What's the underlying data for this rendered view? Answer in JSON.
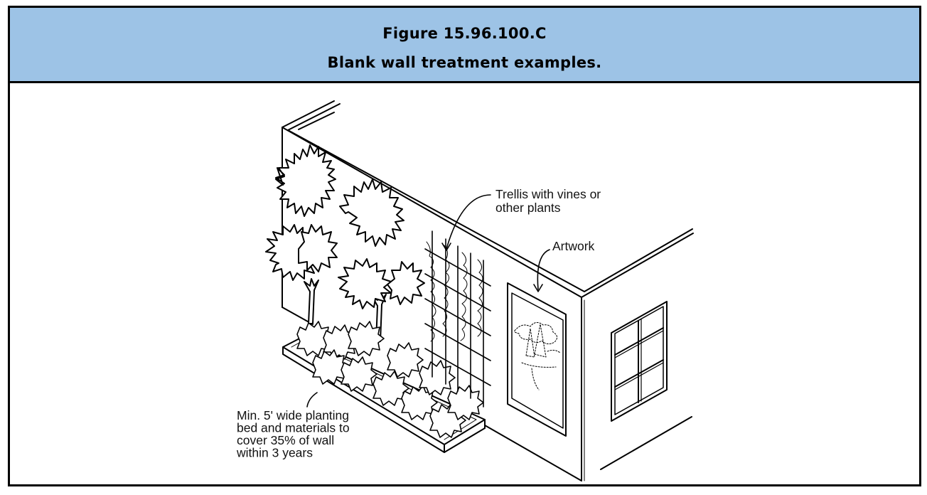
{
  "figure": {
    "number": "Figure 15.96.100.C",
    "caption": "Blank wall treatment examples.",
    "header_color": "#9DC3E6"
  },
  "annotations": {
    "trellis": [
      "Trellis with vines or",
      "other plants"
    ],
    "artwork": [
      "Artwork"
    ],
    "planting_bed": [
      "Min. 5' wide planting",
      "bed and materials to",
      "cover 35% of wall",
      "within 3 years"
    ]
  },
  "drawing": {
    "elements": [
      "building-wall-left",
      "building-wall-right",
      "trees",
      "shrubs",
      "planting-bed",
      "trellis",
      "artwork",
      "window"
    ]
  }
}
